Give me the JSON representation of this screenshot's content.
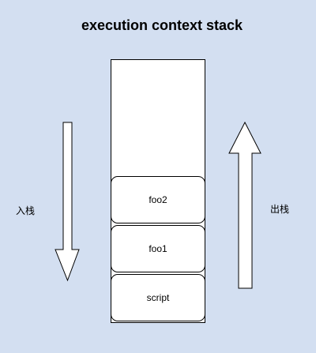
{
  "title": "execution context stack",
  "stack": {
    "frames": [
      {
        "label": "foo2"
      },
      {
        "label": "foo1"
      },
      {
        "label": "script"
      }
    ]
  },
  "push_label": "入栈",
  "pop_label": "出栈",
  "colors": {
    "background": "#d3dff1",
    "box_fill": "#ffffff",
    "stroke": "#000000"
  }
}
